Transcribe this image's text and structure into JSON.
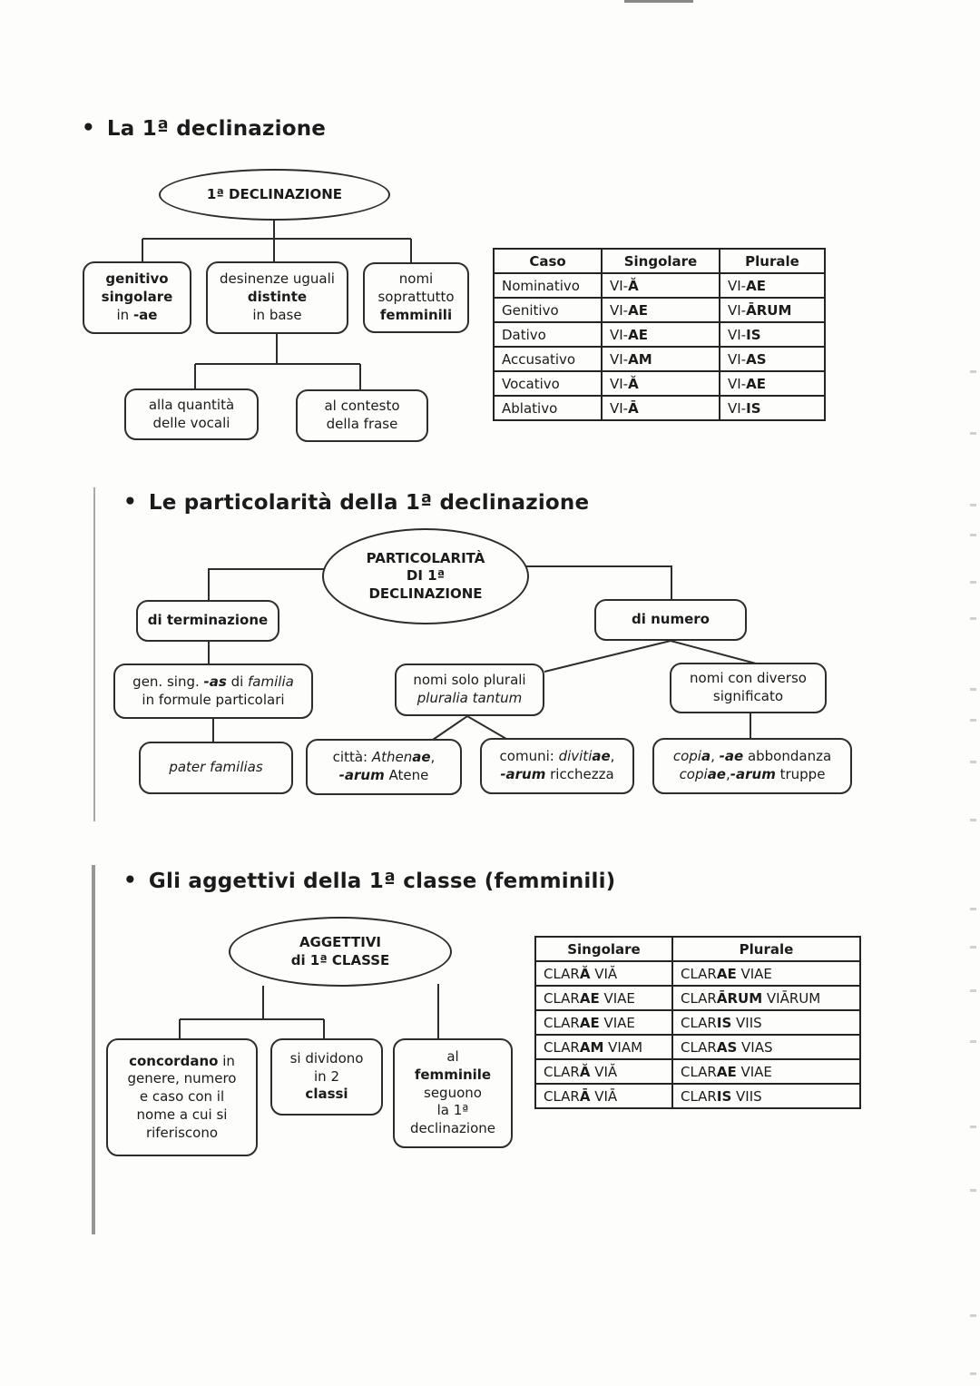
{
  "colors": {
    "ink": "#1b1b1b",
    "line": "#2d2d2d",
    "paper": "#fdfdfb"
  },
  "bullet": "•",
  "s1": {
    "title": "La 1ª declinazione",
    "ellipse": "1ª DECLINAZIONE",
    "nodes": {
      "genitivo": [
        {
          "t": "genitivo",
          "b": 1
        },
        {
          "br": 1
        },
        {
          "t": "singolare",
          "b": 1
        },
        {
          "br": 1
        },
        {
          "t": "in "
        },
        {
          "t": "-ae",
          "b": 1
        }
      ],
      "desinenze": [
        {
          "t": "desinenze uguali"
        },
        {
          "br": 1
        },
        {
          "t": "distinte",
          "b": 1
        },
        {
          "br": 1
        },
        {
          "t": "in base"
        }
      ],
      "nomi": [
        {
          "t": "nomi"
        },
        {
          "br": 1
        },
        {
          "t": "soprattutto"
        },
        {
          "br": 1
        },
        {
          "t": "femminili",
          "b": 1
        }
      ],
      "quantita": [
        {
          "t": "alla quantità"
        },
        {
          "br": 1
        },
        {
          "t": "delle vocali"
        }
      ],
      "contesto": [
        {
          "t": "al contesto"
        },
        {
          "br": 1
        },
        {
          "t": "della frase"
        }
      ]
    },
    "table": {
      "headers": [
        "Caso",
        "Singolare",
        "Plurale"
      ],
      "rows": [
        {
          "caso": "Nominativo",
          "sing": [
            {
              "t": "VI-"
            },
            {
              "t": "Ă",
              "b": 1
            }
          ],
          "plur": [
            {
              "t": "VI-"
            },
            {
              "t": "AE",
              "b": 1
            }
          ]
        },
        {
          "caso": "Genitivo",
          "sing": [
            {
              "t": "VI-"
            },
            {
              "t": "AE",
              "b": 1
            }
          ],
          "plur": [
            {
              "t": "VI-"
            },
            {
              "t": "ĀRUM",
              "b": 1
            }
          ]
        },
        {
          "caso": "Dativo",
          "sing": [
            {
              "t": "VI-"
            },
            {
              "t": "AE",
              "b": 1
            }
          ],
          "plur": [
            {
              "t": "VI-"
            },
            {
              "t": "IS",
              "b": 1
            }
          ]
        },
        {
          "caso": "Accusativo",
          "sing": [
            {
              "t": "VI-"
            },
            {
              "t": "AM",
              "b": 1
            }
          ],
          "plur": [
            {
              "t": "VI-"
            },
            {
              "t": "AS",
              "b": 1
            }
          ]
        },
        {
          "caso": "Vocativo",
          "sing": [
            {
              "t": "VI-"
            },
            {
              "t": "Ă",
              "b": 1
            }
          ],
          "plur": [
            {
              "t": "VI-"
            },
            {
              "t": "AE",
              "b": 1
            }
          ]
        },
        {
          "caso": "Ablativo",
          "sing": [
            {
              "t": "VI-"
            },
            {
              "t": "Ā",
              "b": 1
            }
          ],
          "plur": [
            {
              "t": "VI-"
            },
            {
              "t": "IS",
              "b": 1
            }
          ]
        }
      ]
    }
  },
  "s2": {
    "title": "Le particolarità della 1ª declinazione",
    "ellipse": [
      {
        "t": "PARTICOLARITÀ"
      },
      {
        "br": 1
      },
      {
        "t": "DI 1ª"
      },
      {
        "br": 1
      },
      {
        "t": "DECLINAZIONE"
      }
    ],
    "nodes": {
      "terminazione": [
        {
          "t": "di terminazione",
          "b": 1
        }
      ],
      "numero": [
        {
          "t": "di numero",
          "b": 1
        }
      ],
      "gensing": [
        {
          "t": "gen. sing. "
        },
        {
          "t": "-as",
          "b": 1,
          "i": 1
        },
        {
          "t": " di "
        },
        {
          "t": "familia",
          "i": 1
        },
        {
          "br": 1
        },
        {
          "t": "in formule particolari"
        }
      ],
      "pater": [
        {
          "t": "pater familias",
          "i": 1
        }
      ],
      "plurali": [
        {
          "t": "nomi solo plurali"
        },
        {
          "br": 1
        },
        {
          "t": "pluralia tantum",
          "i": 1
        }
      ],
      "diverso": [
        {
          "t": "nomi con diverso"
        },
        {
          "br": 1
        },
        {
          "t": "significato"
        }
      ],
      "citta": [
        {
          "t": "città: "
        },
        {
          "t": "Athen",
          "i": 1
        },
        {
          "t": "ae",
          "b": 1,
          "i": 1
        },
        {
          "t": ","
        },
        {
          "br": 1
        },
        {
          "t": "-arum",
          "b": 1,
          "i": 1
        },
        {
          "t": " Atene"
        }
      ],
      "comuni": [
        {
          "t": "comuni: "
        },
        {
          "t": "diviti",
          "i": 1
        },
        {
          "t": "ae",
          "b": 1,
          "i": 1
        },
        {
          "t": ","
        },
        {
          "br": 1
        },
        {
          "t": "-arum",
          "b": 1,
          "i": 1
        },
        {
          "t": " ricchezza"
        }
      ],
      "copia": [
        {
          "t": "copi",
          "i": 1
        },
        {
          "t": "a",
          "b": 1,
          "i": 1
        },
        {
          "t": ", "
        },
        {
          "t": "-ae",
          "b": 1,
          "i": 1
        },
        {
          "t": " abbondanza"
        },
        {
          "br": 1
        },
        {
          "t": "copi",
          "i": 1
        },
        {
          "t": "ae",
          "b": 1,
          "i": 1
        },
        {
          "t": ","
        },
        {
          "t": "-arum",
          "b": 1,
          "i": 1
        },
        {
          "t": " truppe"
        }
      ]
    }
  },
  "s3": {
    "title": "Gli aggettivi della 1ª classe (femminili)",
    "ellipse": [
      {
        "t": "AGGETTIVI"
      },
      {
        "br": 1
      },
      {
        "t": "di 1ª CLASSE"
      }
    ],
    "nodes": {
      "concordano": [
        {
          "t": "concordano",
          "b": 1
        },
        {
          "t": " in"
        },
        {
          "br": 1
        },
        {
          "t": "genere, numero"
        },
        {
          "br": 1
        },
        {
          "t": "e caso con il"
        },
        {
          "br": 1
        },
        {
          "t": "nome a cui si"
        },
        {
          "br": 1
        },
        {
          "t": "riferiscono"
        }
      ],
      "dividono": [
        {
          "t": "si dividono"
        },
        {
          "br": 1
        },
        {
          "t": "in 2"
        },
        {
          "br": 1
        },
        {
          "t": "classi",
          "b": 1
        }
      ],
      "femminile": [
        {
          "t": "al"
        },
        {
          "br": 1
        },
        {
          "t": "femminile",
          "b": 1
        },
        {
          "br": 1
        },
        {
          "t": "seguono"
        },
        {
          "br": 1
        },
        {
          "t": "la 1ª"
        },
        {
          "br": 1
        },
        {
          "t": "declinazione"
        }
      ]
    },
    "table": {
      "headers": [
        "Singolare",
        "Plurale"
      ],
      "rows": [
        {
          "sing": [
            {
              "t": "CLAR"
            },
            {
              "t": "Ă",
              "b": 1
            },
            {
              "t": " VIĂ"
            }
          ],
          "plur": [
            {
              "t": "CLAR"
            },
            {
              "t": "AE",
              "b": 1
            },
            {
              "t": " VIAE"
            }
          ]
        },
        {
          "sing": [
            {
              "t": "CLAR"
            },
            {
              "t": "AE",
              "b": 1
            },
            {
              "t": " VIAE"
            }
          ],
          "plur": [
            {
              "t": "CLAR"
            },
            {
              "t": "ĀRUM",
              "b": 1
            },
            {
              "t": " VIĀRUM"
            }
          ]
        },
        {
          "sing": [
            {
              "t": "CLAR"
            },
            {
              "t": "AE",
              "b": 1
            },
            {
              "t": " VIAE"
            }
          ],
          "plur": [
            {
              "t": "CLAR"
            },
            {
              "t": "IS",
              "b": 1
            },
            {
              "t": " VIIS"
            }
          ]
        },
        {
          "sing": [
            {
              "t": "CLAR"
            },
            {
              "t": "AM",
              "b": 1
            },
            {
              "t": " VIAM"
            }
          ],
          "plur": [
            {
              "t": "CLAR"
            },
            {
              "t": "AS",
              "b": 1
            },
            {
              "t": " VIAS"
            }
          ]
        },
        {
          "sing": [
            {
              "t": "CLAR"
            },
            {
              "t": "Ă",
              "b": 1
            },
            {
              "t": " VIĂ"
            }
          ],
          "plur": [
            {
              "t": "CLAR"
            },
            {
              "t": "AE",
              "b": 1
            },
            {
              "t": " VIAE"
            }
          ]
        },
        {
          "sing": [
            {
              "t": "CLAR"
            },
            {
              "t": "Ā",
              "b": 1
            },
            {
              "t": " VIĀ"
            }
          ],
          "plur": [
            {
              "t": "CLAR"
            },
            {
              "t": "IS",
              "b": 1
            },
            {
              "t": " VIIS"
            }
          ]
        }
      ]
    }
  }
}
